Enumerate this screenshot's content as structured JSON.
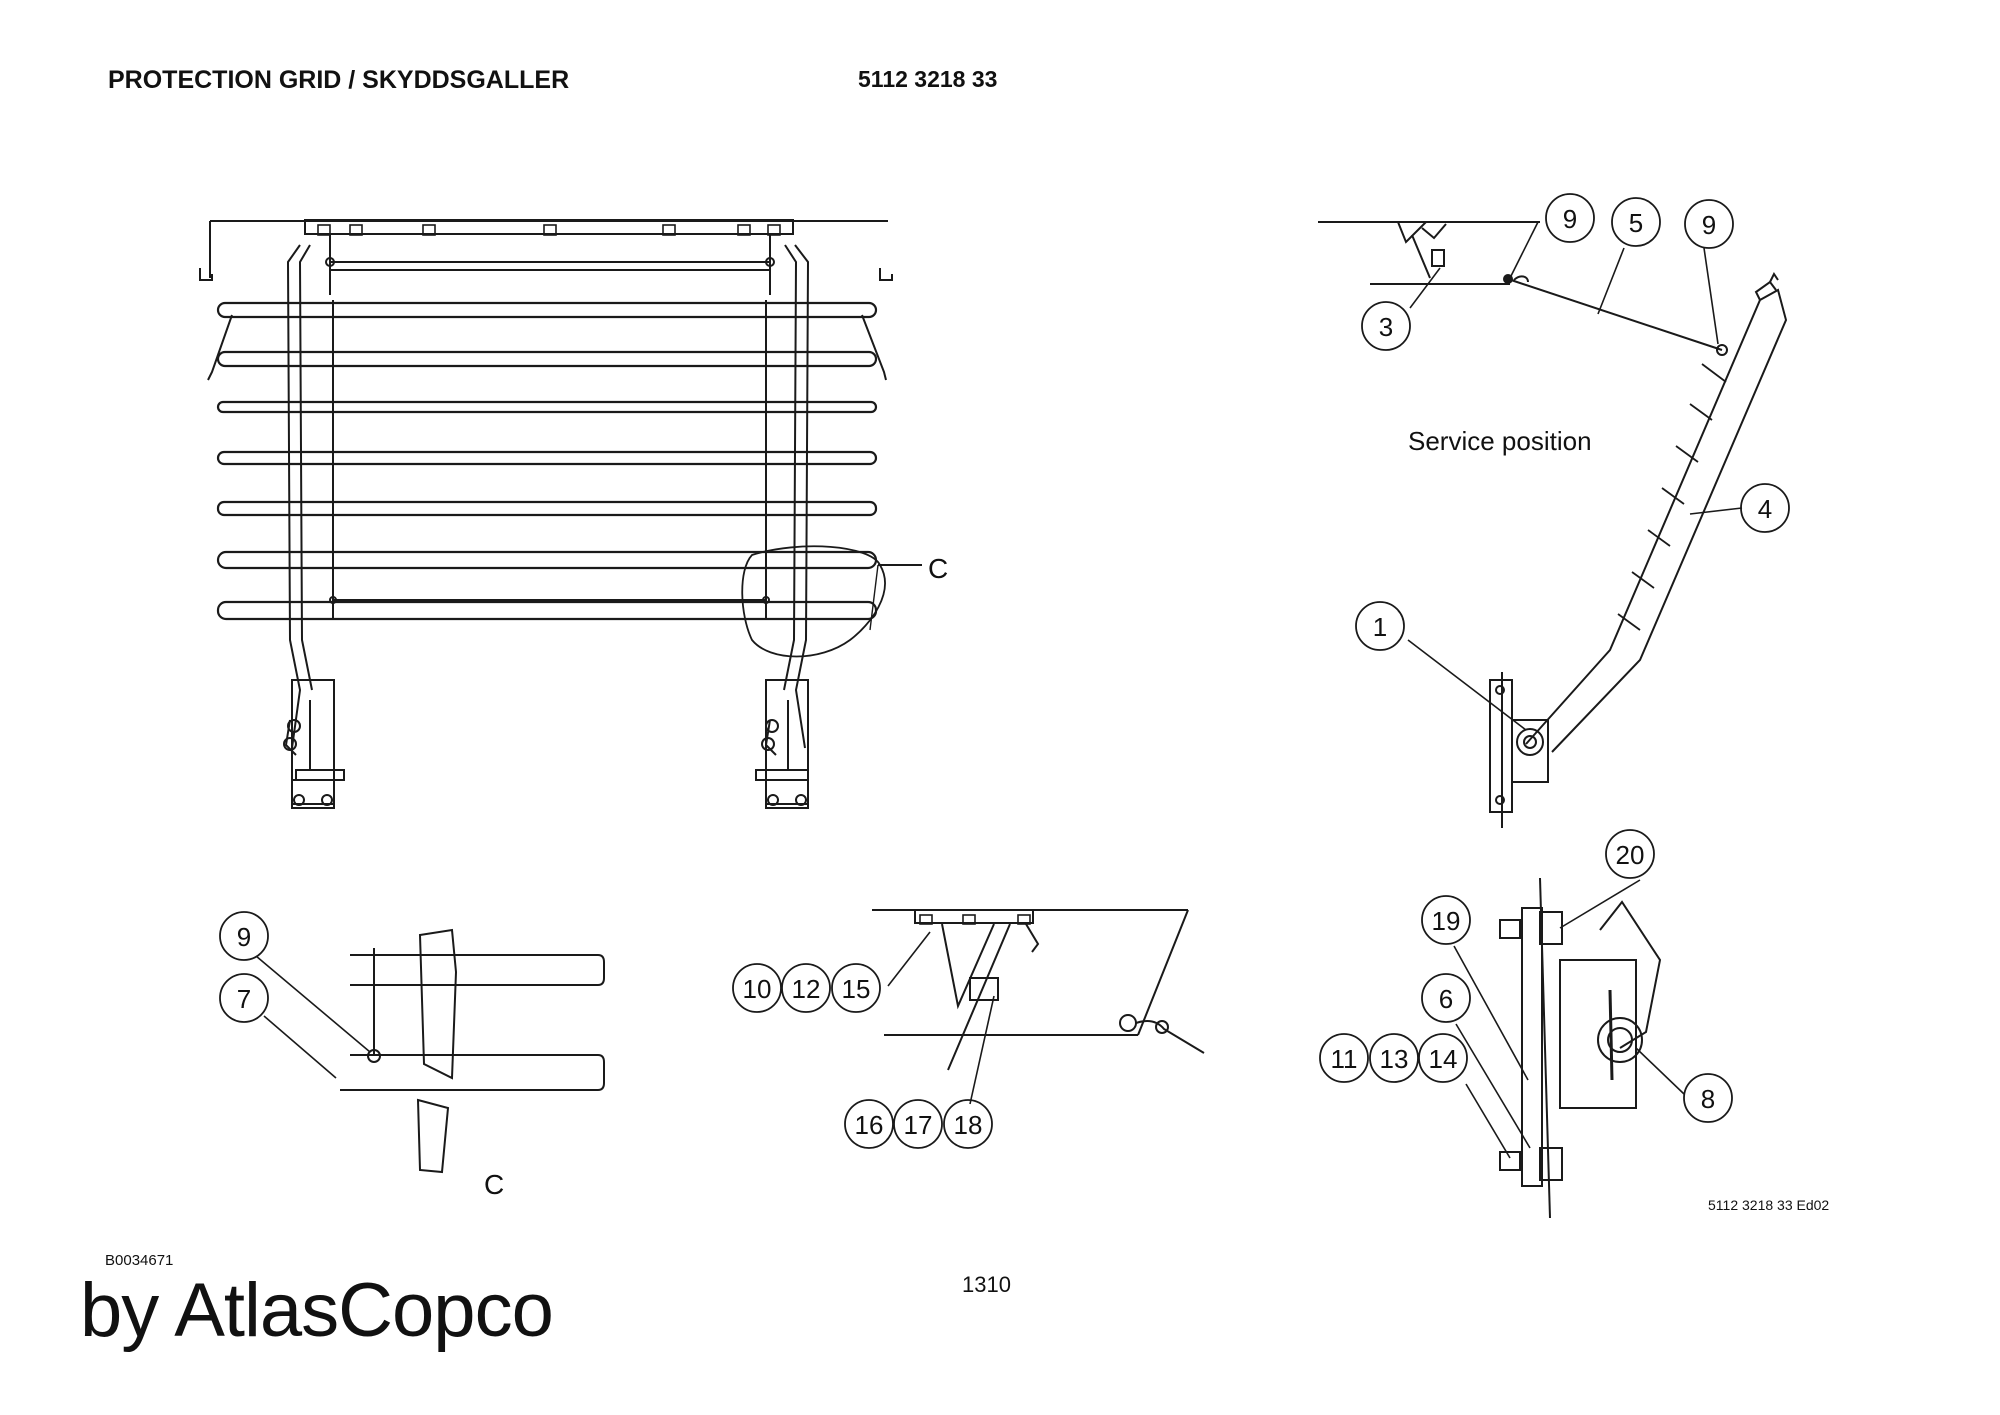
{
  "header": {
    "title": "PROTECTION GRID / SKYDDSGALLER",
    "part_number": "5112 3218 33"
  },
  "footer": {
    "drawing_ref": "B0034671",
    "page_number": "1310",
    "edition": "5112 3218 33 Ed02",
    "brand": "by AtlasCopco"
  },
  "labels": {
    "service_position": "Service position",
    "detail_c_ref": "C",
    "detail_c_title": "C"
  },
  "callouts": {
    "c9a": "9",
    "c5": "5",
    "c9b": "9",
    "c3": "3",
    "c4": "4",
    "c1": "1",
    "c9c": "9",
    "c7": "7",
    "c10": "10",
    "c12": "12",
    "c15": "15",
    "c16": "16",
    "c17": "17",
    "c18": "18",
    "c20": "20",
    "c19": "19",
    "c6": "6",
    "c11": "11",
    "c13": "13",
    "c14": "14",
    "c8": "8"
  }
}
